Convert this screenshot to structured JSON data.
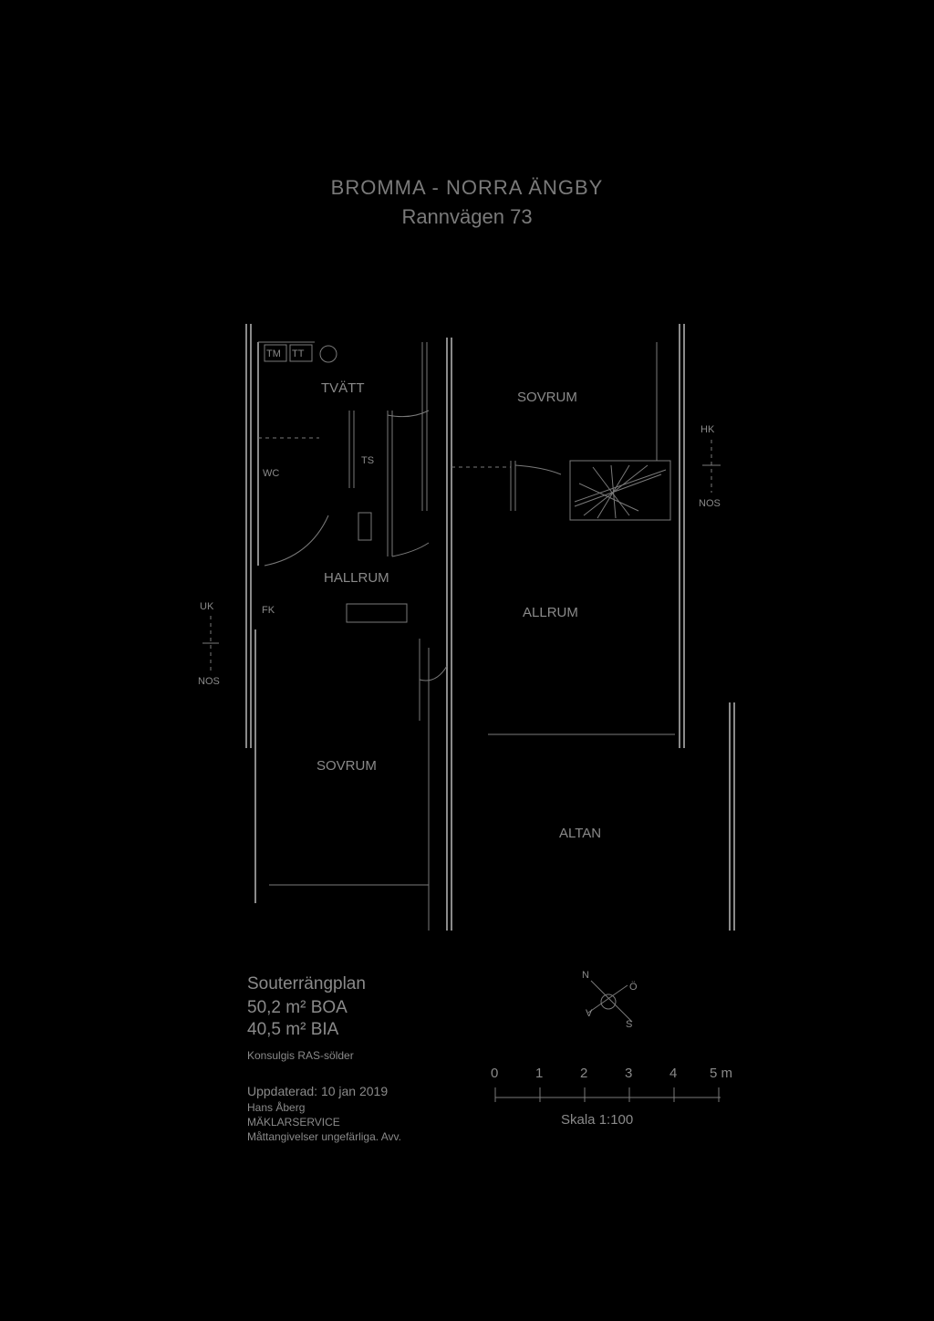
{
  "header": {
    "title": "BROMMA - NORRA ÄNGBY",
    "address": "Rannvägen 73"
  },
  "rooms": {
    "tvatt": "TVÄTT",
    "sovrum_upper": "SOVRUM",
    "hallrum": "HALLRUM",
    "allrum": "ALLRUM",
    "sovrum_lower": "SOVRUM",
    "altan": "ALTAN",
    "wc": "WC",
    "tm": "TM",
    "tt": "TT",
    "ts": "TS",
    "fk": "FK"
  },
  "height_marks": {
    "left_top": "UK",
    "left_bottom": "NOS",
    "right_top": "HK",
    "right_bottom": "NOS"
  },
  "info": {
    "plan_name": "Souterrängplan",
    "boa": "50,2  m² BOA",
    "bia": "40,5  m² BIA",
    "note": "Konsulgis RAS-sölder",
    "updated": "Uppdaterad: 10 jan 2019",
    "author": "Hans Åberg",
    "company": "MÄKLARSERVICE",
    "disclaimer": "Måttangivelser ungefärliga. Avv."
  },
  "compass": {
    "n": "N",
    "s": "S",
    "e": "Ö",
    "w": "V"
  },
  "scale": {
    "ticks": [
      "0",
      "1",
      "2",
      "3",
      "4",
      "5 m"
    ],
    "label": "Skala 1:100"
  }
}
